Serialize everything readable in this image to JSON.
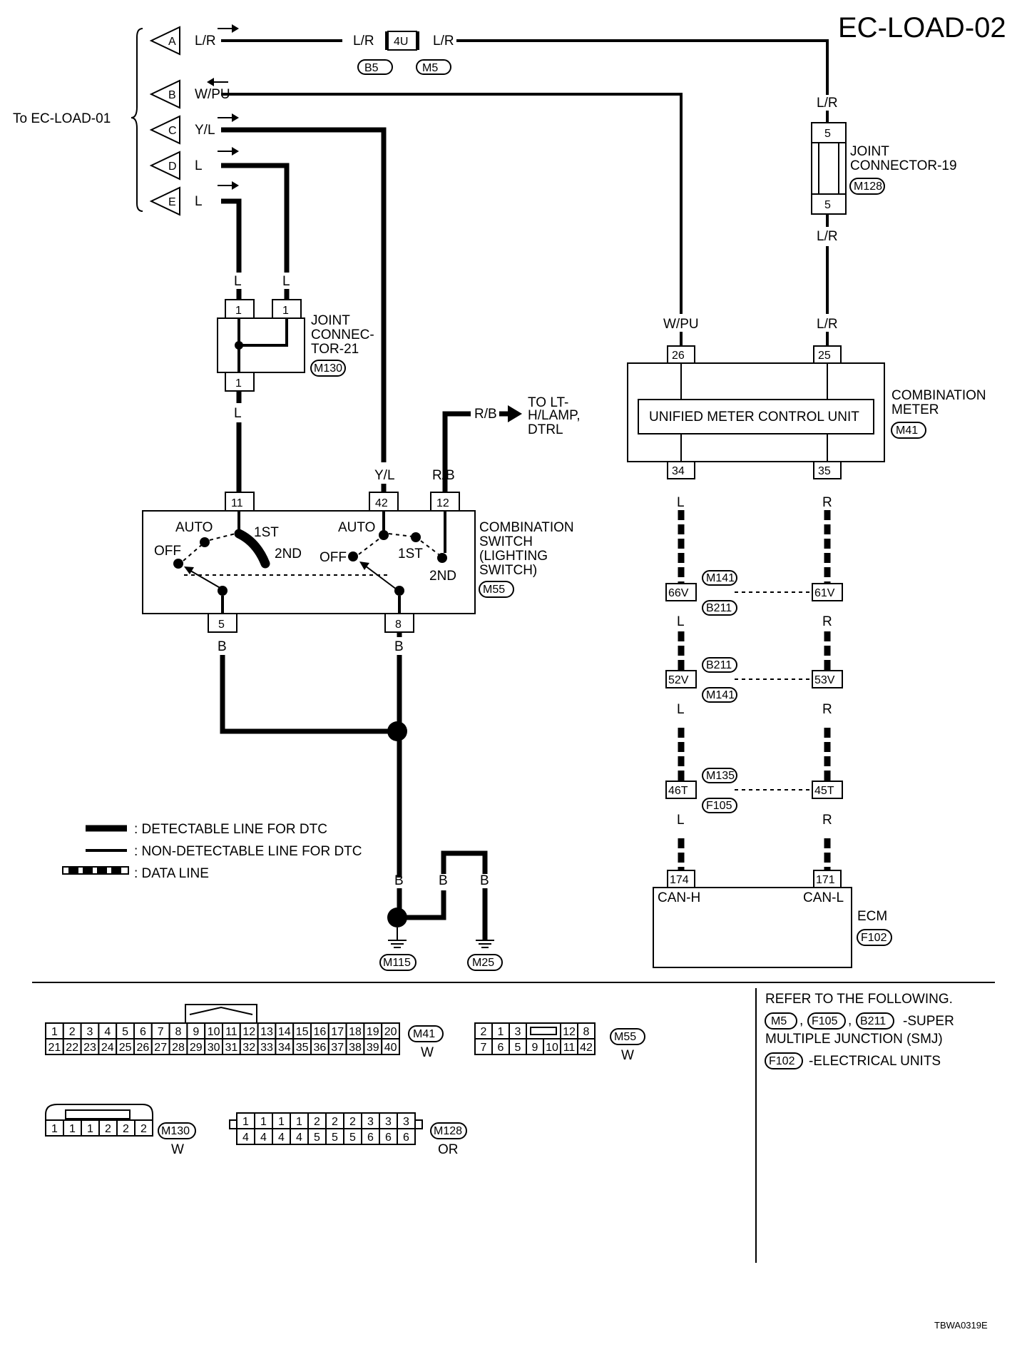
{
  "title": "EC-LOAD-02",
  "image_code": "TBWA0319E",
  "to_page": "To EC-LOAD-01",
  "page_refs": [
    {
      "id": "A",
      "wire": "L/R"
    },
    {
      "id": "B",
      "wire": "W/PU"
    },
    {
      "id": "C",
      "wire": "Y/L"
    },
    {
      "id": "D",
      "wire": "L"
    },
    {
      "id": "E",
      "wire": "L"
    }
  ],
  "harness_4u": {
    "pin": "4U",
    "wire_left": "L/R",
    "wire_right": "L/R",
    "conn_left": "B5",
    "conn_right": "M5"
  },
  "joint19": {
    "name_line1": "JOINT",
    "name_line2": "CONNECTOR-19",
    "conn": "M128",
    "pin_top": "5",
    "pin_bottom": "5",
    "wire_top": "L/R",
    "wire_bottom": "L/R"
  },
  "joint21": {
    "name_line1": "JOINT",
    "name_line2": "CONNEC-",
    "name_line3": "TOR-21",
    "conn": "M130",
    "pin_top_left": "1",
    "pin_top_right": "1",
    "pin_bottom": "1",
    "wire_left": "L",
    "wire_right": "L",
    "wire_bottom": "L"
  },
  "comb_meter": {
    "name_line1": "COMBINATION",
    "name_line2": "METER",
    "conn": "M41",
    "unit": "UNIFIED METER CONTROL UNIT",
    "pin_in_left": "26",
    "pin_in_right": "25",
    "wire_in_left": "W/PU",
    "wire_in_right": "L/R",
    "pin_out_left": "34",
    "pin_out_right": "35",
    "wire_out_left": "L",
    "wire_out_right": "R"
  },
  "lighting": {
    "to_line1": "TO LT-",
    "to_line2": "H/LAMP,",
    "to_line3": "DTRL",
    "wire": "R/B"
  },
  "comb_switch": {
    "name_line1": "COMBINATION",
    "name_line2": "SWITCH",
    "name_line3": "(LIGHTING",
    "name_line4": "SWITCH)",
    "conn": "M55",
    "pin_11": "11",
    "pin_42": "42",
    "pin_12": "12",
    "pin_5": "5",
    "pin_8": "8",
    "wire_42": "Y/L",
    "wire_12": "R/B",
    "wire_11": "L",
    "wire_5": "B",
    "wire_8": "B",
    "pos_auto": "AUTO",
    "pos_off": "OFF",
    "pos_1st": "1ST",
    "pos_2nd": "2ND"
  },
  "smj": [
    {
      "left_pin": "66V",
      "right_pin": "61V",
      "conn_top": "M141",
      "conn_bottom": "B211",
      "wire_left": "L",
      "wire_right": "R"
    },
    {
      "left_pin": "52V",
      "right_pin": "53V",
      "conn_top": "B211",
      "conn_bottom": "M141",
      "wire_left": "L",
      "wire_right": "R"
    },
    {
      "left_pin": "46T",
      "right_pin": "45T",
      "conn_top": "M135",
      "conn_bottom": "F105",
      "wire_left": "L",
      "wire_right": "R"
    }
  ],
  "ecm": {
    "name": "ECM",
    "conn": "F102",
    "pin_h": "174",
    "pin_l": "171",
    "label_h": "CAN-H",
    "label_l": "CAN-L"
  },
  "grounds": {
    "wire": "B",
    "g1": "M115",
    "g2": "M25"
  },
  "legend": {
    "detectable": ": DETECTABLE LINE FOR DTC",
    "non_detectable": ": NON-DETECTABLE LINE FOR DTC",
    "data": ": DATA LINE"
  },
  "refer": {
    "head": "REFER TO THE FOLLOWING.",
    "c1": "M5",
    "c2": "F105",
    "c3": "B211",
    "smj": "-SUPER",
    "smj2": "MULTIPLE JUNCTION (SMJ)",
    "c4": "F102",
    "elec": "-ELECTRICAL UNITS"
  },
  "connectors": {
    "m41": {
      "id": "M41",
      "color": "W",
      "row1": [
        "1",
        "2",
        "3",
        "4",
        "5",
        "6",
        "7",
        "8",
        "9",
        "10",
        "11",
        "12",
        "13",
        "14",
        "15",
        "16",
        "17",
        "18",
        "19",
        "20"
      ],
      "row2": [
        "21",
        "22",
        "23",
        "24",
        "25",
        "26",
        "27",
        "28",
        "29",
        "30",
        "31",
        "32",
        "33",
        "34",
        "35",
        "36",
        "37",
        "38",
        "39",
        "40"
      ]
    },
    "m55": {
      "id": "M55",
      "color": "W",
      "row1": [
        "2",
        "1",
        "3",
        "",
        "12",
        "8"
      ],
      "row2": [
        "7",
        "6",
        "5",
        "9",
        "10",
        "11",
        "42"
      ]
    },
    "m130": {
      "id": "M130",
      "color": "W",
      "row1": [
        "1",
        "1",
        "1",
        "2",
        "2",
        "2"
      ]
    },
    "m128": {
      "id": "M128",
      "color": "OR",
      "row1": [
        "1",
        "1",
        "1",
        "1",
        "2",
        "2",
        "2",
        "3",
        "3",
        "3"
      ],
      "row2": [
        "4",
        "4",
        "4",
        "4",
        "5",
        "5",
        "5",
        "6",
        "6",
        "6"
      ]
    }
  }
}
